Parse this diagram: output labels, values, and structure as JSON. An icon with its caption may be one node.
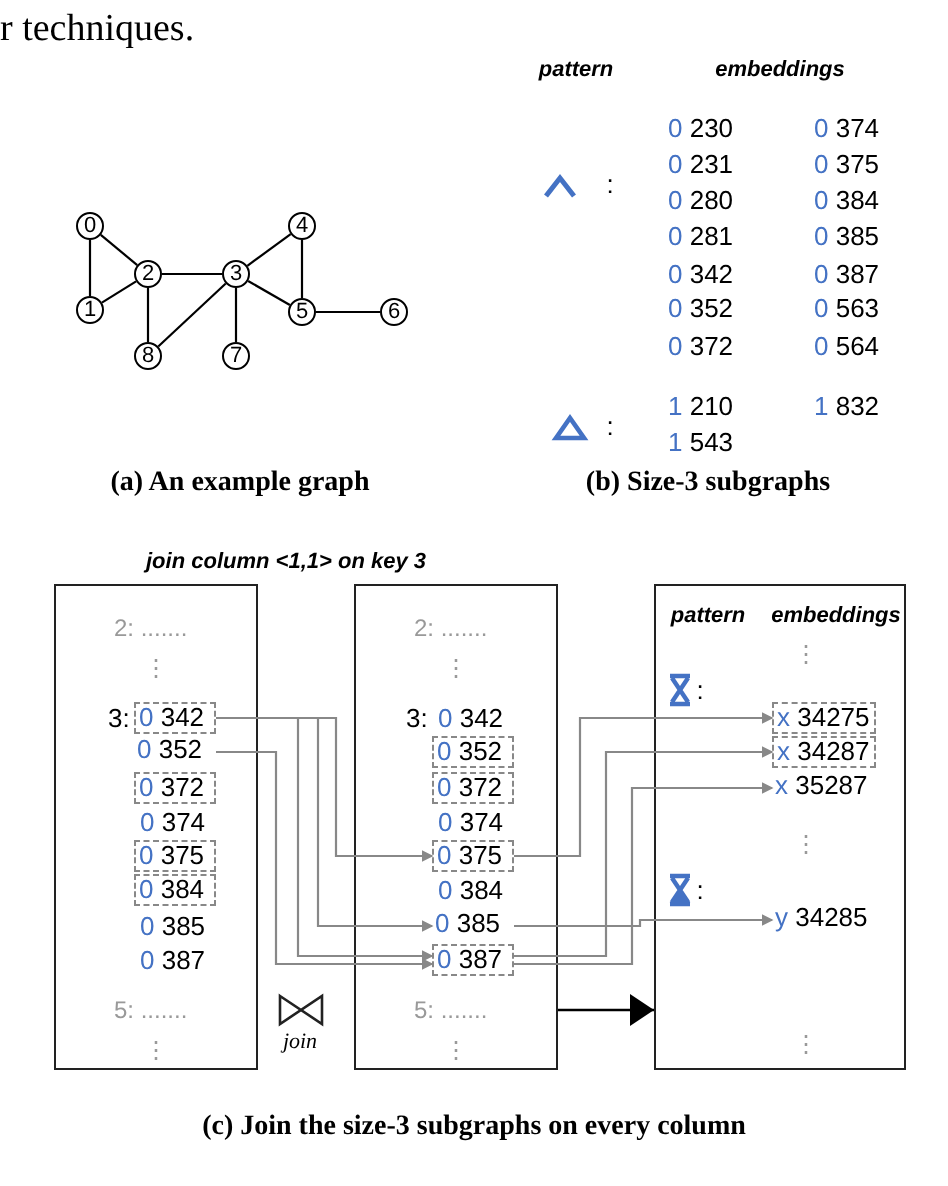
{
  "diagram": {
    "nodes": [
      {
        "text": [
          "0"
        ]
      },
      {
        "text": [
          "1"
        ]
      },
      {
        "text": [
          "2"
        ]
      },
      {
        "text": [
          "3"
        ]
      },
      {
        "text": [
          "4"
        ]
      },
      {
        "text": [
          "5"
        ]
      },
      {
        "text": [
          "6"
        ]
      },
      {
        "text": [
          "7"
        ]
      },
      {
        "text": [
          "8"
        ]
      },
      {
        "text": [],
        "shape": "box"
      },
      {
        "text": [],
        "shape": "box"
      },
      {
        "text": [],
        "shape": "box"
      },
      {
        "text": [
          "0 342"
        ],
        "in": 9
      },
      {
        "text": [
          "0 352"
        ],
        "in": 9
      },
      {
        "text": [
          "0 372"
        ],
        "in": 9
      },
      {
        "text": [
          "0 375"
        ],
        "in": 9
      },
      {
        "text": [
          "0 384"
        ],
        "in": 9
      },
      {
        "text": [
          "0 352"
        ],
        "in": 10
      },
      {
        "text": [
          "0 372"
        ],
        "in": 10
      },
      {
        "text": [
          "0 375"
        ],
        "in": 10
      },
      {
        "text": [
          "0 385"
        ],
        "in": 10
      },
      {
        "text": [
          "0 387"
        ],
        "in": 10
      },
      {
        "text": [
          "x 34275"
        ],
        "in": 11
      },
      {
        "text": [
          "x 34287"
        ],
        "in": 11
      },
      {
        "text": [
          "x 35287"
        ],
        "in": 11
      },
      {
        "text": [
          "y 34285"
        ],
        "in": 11
      }
    ],
    "edges": [
      {
        "from": 0,
        "to": 1,
        "arrow": "none"
      },
      {
        "from": 0,
        "to": 2,
        "arrow": "none"
      },
      {
        "from": 1,
        "to": 2,
        "arrow": "none"
      },
      {
        "from": 2,
        "to": 3,
        "arrow": "none"
      },
      {
        "from": 2,
        "to": 8,
        "arrow": "none"
      },
      {
        "from": 3,
        "to": 8,
        "arrow": "none"
      },
      {
        "from": 3,
        "to": 4,
        "arrow": "none"
      },
      {
        "from": 3,
        "to": 5,
        "arrow": "none"
      },
      {
        "from": 3,
        "to": 7,
        "arrow": "none"
      },
      {
        "from": 4,
        "to": 5,
        "arrow": "none"
      },
      {
        "from": 5,
        "to": 6,
        "arrow": "none"
      },
      {
        "from": 12,
        "to": 19,
        "arrow": "to",
        "color": "#888888"
      },
      {
        "from": 12,
        "to": 20,
        "arrow": "to",
        "color": "#888888"
      },
      {
        "from": 12,
        "to": 21,
        "arrow": "to",
        "color": "#888888"
      },
      {
        "from": 13,
        "to": 21,
        "arrow": "to",
        "color": "#888888"
      },
      {
        "from": 19,
        "to": 22,
        "arrow": "to",
        "color": "#888888"
      },
      {
        "from": 21,
        "to": 23,
        "arrow": "to",
        "color": "#888888"
      },
      {
        "from": 21,
        "to": 24,
        "arrow": "to",
        "color": "#888888"
      },
      {
        "from": 20,
        "to": 25,
        "arrow": "to",
        "color": "#888888"
      },
      {
        "from": 10,
        "to": 11,
        "arrow": "to"
      }
    ],
    "labels": [
      "r techniques.",
      "pattern",
      "embeddings",
      ":",
      "0 230",
      "0 374",
      "0 231",
      "0 375",
      "0 280",
      "0 384",
      "0 281",
      "0 385",
      "0 342",
      "0 387",
      "0 352",
      "0 563",
      "0 372",
      "0 564",
      ":",
      "1 210",
      "1 832",
      "1 543",
      "(a) An example graph",
      "(b) Size-3 subgraphs",
      "join column <1,1> on key 3",
      "2: .......",
      "⋮",
      "3:",
      "0 374",
      "0 385",
      "0 387",
      "5: .......",
      "⋮",
      "join",
      "2: .......",
      "⋮",
      "3:",
      "0 342",
      "0 374",
      "0 384",
      "5: .......",
      "⋮",
      "pattern",
      "embeddings",
      "⋮",
      ":",
      "⋮",
      ":",
      "⋮",
      "(c) Join the size-3 subgraphs on every column"
    ]
  }
}
